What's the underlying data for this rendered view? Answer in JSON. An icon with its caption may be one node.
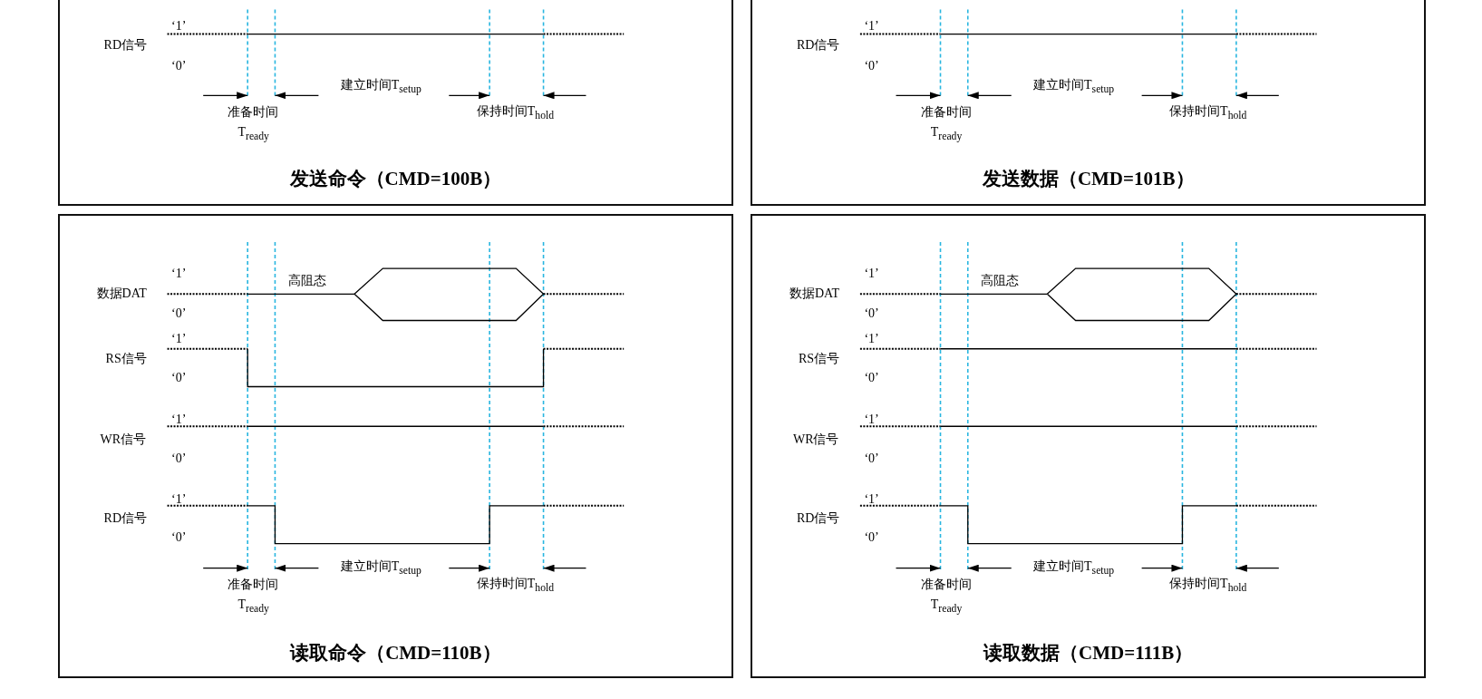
{
  "diagram": {
    "nodes": [
      {
        "text": [
          "发送命令（CMD=100B）"
        ]
      },
      {
        "text": [
          "发送数据（CMD=101B）"
        ]
      },
      {
        "text": [
          "读取命令（CMD=110B）"
        ]
      },
      {
        "text": [
          "读取数据（CMD=111B）"
        ]
      }
    ],
    "labels": [
      "‘1’",
      "RD信号",
      "‘0’",
      "建立时间T$_{setup}$",
      "准备时间",
      "保持时间T$_{hold}$",
      "T$_{ready}$",
      "‘1’",
      "RD信号",
      "‘0’",
      "建立时间T$_{setup}$",
      "准备时间",
      "保持时间T$_{hold}$",
      "T$_{ready}$",
      "‘1’",
      "高阻态",
      "数据DAT",
      "‘0’",
      "‘1’",
      "RS信号",
      "‘0’",
      "‘1’",
      "WR信号",
      "‘0’",
      "‘1’",
      "RD信号",
      "‘0’",
      "建立时间T$_{setup}$",
      "准备时间",
      "保持时间T$_{hold}$",
      "T$_{ready}$",
      "‘1’",
      "高阻态",
      "数据DAT",
      "‘0’",
      "‘1’",
      "RS信号",
      "‘0’",
      "‘1’",
      "WR信号",
      "‘0’",
      "‘1’",
      "RD信号",
      "‘0’",
      "建立时间T$_{setup}$",
      "准备时间",
      "保持时间T$_{hold}$",
      "T$_{ready}$"
    ]
  }
}
